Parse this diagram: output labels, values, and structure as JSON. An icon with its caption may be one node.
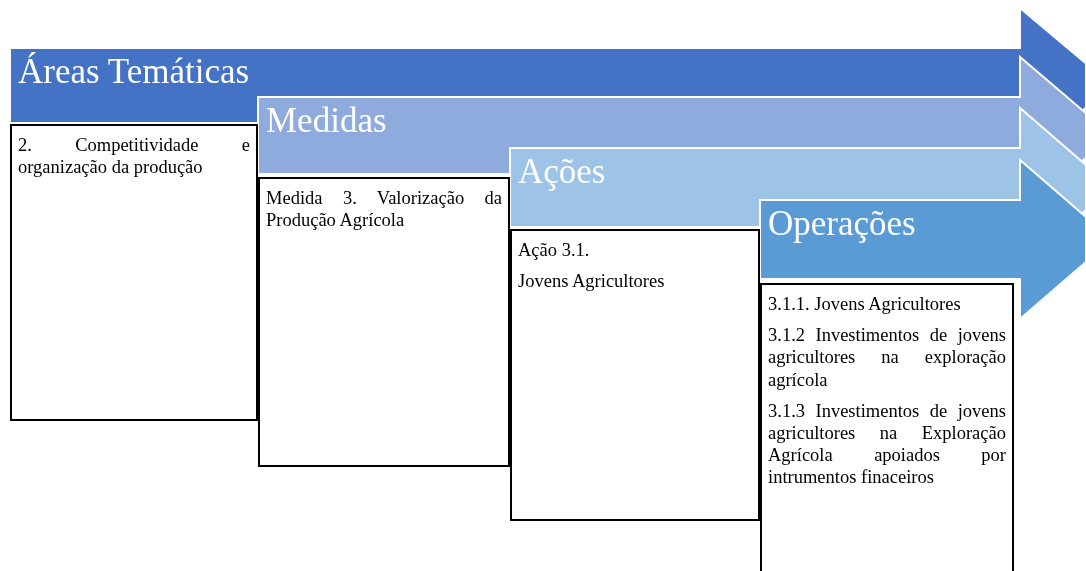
{
  "diagram": {
    "nodes": [
      {
        "text": [
          "Áreas Temáticas"
        ]
      },
      {
        "text": [
          "2. Competitividade e organização da produção"
        ]
      },
      {
        "text": [
          "Medidas"
        ]
      },
      {
        "text": [
          "Medida 3. Valorização da Produção Agrícola"
        ]
      },
      {
        "text": [
          "Ações"
        ]
      },
      {
        "text": [
          "Ação 3.1.",
          "Jovens Agricultores"
        ]
      },
      {
        "text": [
          "Operações"
        ]
      },
      {
        "text": [
          "3.1.1. Jovens Agricultores",
          "3.1.2 Investimentos de jovens agricultores na exploração agrícola",
          "3.1.3 Investimentos de jovens agricultores na Exploração Agrícola apoiados por intrumentos finaceiros"
        ]
      }
    ]
  }
}
